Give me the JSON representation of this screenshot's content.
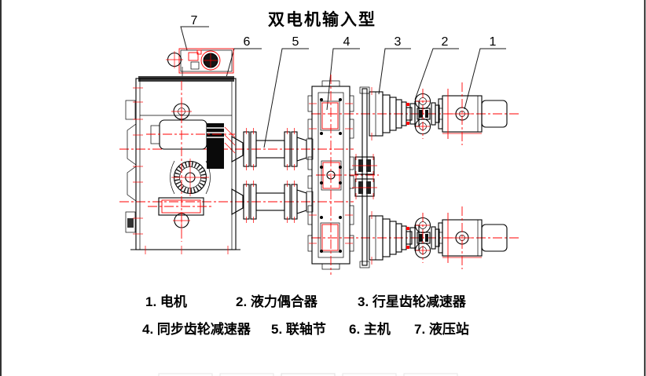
{
  "title": "双电机输入型",
  "callouts": [
    {
      "n": "1"
    },
    {
      "n": "2"
    },
    {
      "n": "3"
    },
    {
      "n": "4"
    },
    {
      "n": "5"
    },
    {
      "n": "6"
    },
    {
      "n": "7"
    }
  ],
  "legend": {
    "row1": [
      "1. 电机",
      "2. 液力偶合器",
      "3. 行星齿轮减速器"
    ],
    "row2": [
      "4. 同步齿轮减速器",
      "5. 联轴节",
      "6. 主机",
      "7. 液压站"
    ]
  },
  "colors": {
    "line_black": "#000000",
    "centerline_red": "#ff0000",
    "machine_band_gray": "#3a3a3a",
    "background": "#ffffff"
  }
}
